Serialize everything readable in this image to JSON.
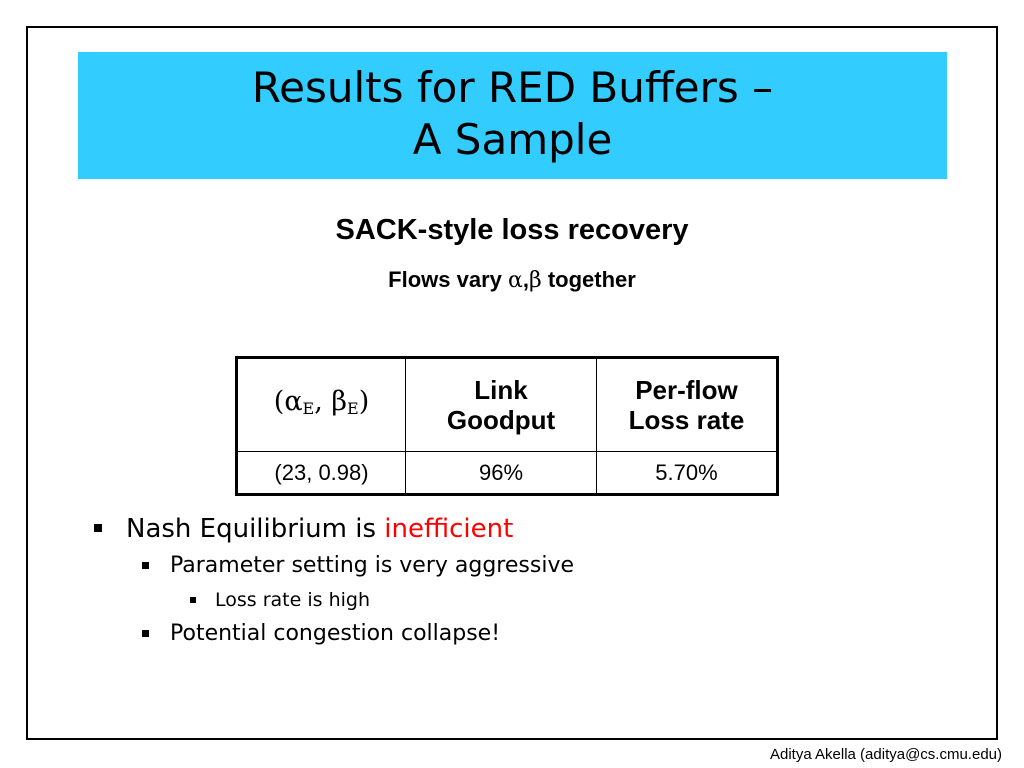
{
  "title": {
    "line1": "Results for RED Buffers –",
    "line2": "A Sample"
  },
  "subtitle": "SACK-style loss recovery",
  "caption": {
    "prefix": "Flows vary ",
    "alpha": "α",
    "comma": ",",
    "beta": "β",
    "suffix": " together"
  },
  "table": {
    "header_param": {
      "open": "(",
      "alpha": "α",
      "sub1": "E",
      "sep": ", ",
      "beta": "β",
      "sub2": "E",
      "close": ")"
    },
    "header_goodput": [
      "Link",
      "Goodput"
    ],
    "header_loss": [
      "Per-flow",
      "Loss rate"
    ],
    "rows": [
      [
        "(23, 0.98)",
        "96%",
        "5.70%"
      ]
    ]
  },
  "bullets": {
    "nash_prefix": "Nash Equilibrium is ",
    "nash_emph": "inefficient",
    "param_setting": "Parameter setting is very aggressive",
    "loss_high": "Loss rate is high",
    "collapse": "Potential congestion collapse!"
  },
  "footer": "Aditya Akella (aditya@cs.cmu.edu)",
  "colors": {
    "title_band": "#33ccff",
    "emphasis": "#ff0000"
  }
}
